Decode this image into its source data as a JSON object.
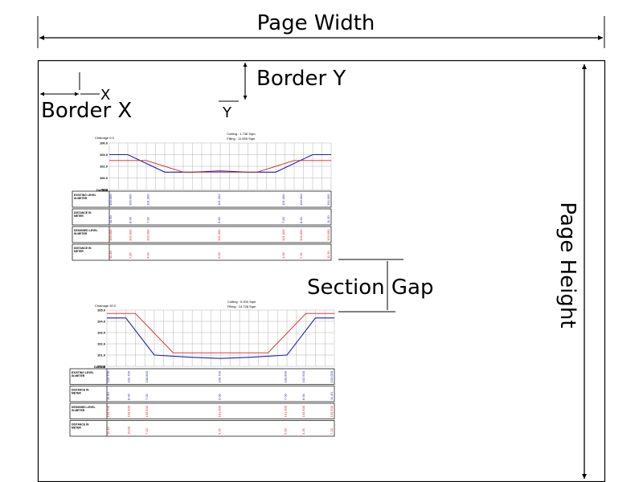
{
  "labels": {
    "page_width": "Page Width",
    "page_height": "Page Height",
    "border_x": "Border X",
    "border_y": "Border Y",
    "x_mark": "X",
    "y_mark": "Y",
    "section_gap": "Section Gap"
  },
  "colors": {
    "existing_line": "#1f1fb4",
    "designed_line": "#d42020",
    "grid": "#b4b4b4",
    "outline": "#000000"
  },
  "sections": [
    {
      "chainage": "Chainage 0.0",
      "cutting": "Cutting : 1.736 Sqm",
      "filling": "Filling : 11.955 Sqm",
      "datum": "DATUM",
      "y_ticks": [
        "106.0",
        "104.0",
        "102.0",
        "100.0",
        "98.0"
      ],
      "row_labels": [
        "EXISTING LEVEL IN METER",
        "DISTANCE IN METER",
        "DESIGNED LEVEL IN METER",
        "DISTANCE IN METER"
      ],
      "existing_levels": [
        "103.000",
        "100.000",
        "101.000",
        "101.200",
        "101.000",
        "100.000",
        "100.000"
      ],
      "existing_dist": [
        "11.30",
        "8.00",
        "7.00",
        "9.00",
        "7.00",
        "8.00",
        "11.30"
      ],
      "designed_levels": [
        "103.000",
        "103.000",
        "103.000",
        "101.000",
        "101.000",
        "103.000",
        "103.000"
      ],
      "designed_dist": [
        "11.30",
        "7.85",
        "4.00",
        "0.00",
        "4.00",
        "7.35",
        "11.30"
      ],
      "existing_profile": [
        [
          -12,
          104
        ],
        [
          -10,
          104
        ],
        [
          -6,
          101
        ],
        [
          -3,
          101
        ],
        [
          0,
          101.2
        ],
        [
          3,
          101
        ],
        [
          6,
          101
        ],
        [
          10,
          104
        ],
        [
          12,
          104
        ]
      ],
      "designed_profile": [
        [
          -12,
          103
        ],
        [
          -8,
          103
        ],
        [
          -4,
          101
        ],
        [
          4,
          101
        ],
        [
          8,
          103
        ],
        [
          12,
          103
        ]
      ]
    },
    {
      "chainage": "Chainage 30.0",
      "cutting": "Cutting : 0.000 Sqm",
      "filling": "Filling : 14.728 Sqm",
      "datum": "DATUM",
      "y_ticks": [
        "105.0",
        "104.0",
        "103.0",
        "102.0",
        "101.0",
        "100.0"
      ],
      "row_labels": [
        "EXISTING LEVEL IN METER",
        "DISTANCE IN METER",
        "DESIGNED LEVEL IN METER",
        "DISTANCE IN METER"
      ],
      "existing_levels": [
        "103.700",
        "102.700",
        "100.800",
        "100.700",
        "100.800",
        "102.500",
        "103.000"
      ],
      "existing_dist": [
        "11.40",
        "8.00",
        "7.00",
        "0.00",
        "7.00",
        "8.00",
        "11.40"
      ],
      "designed_levels": [
        "103.700",
        "103.500",
        "103.500",
        "101.000",
        "101.000",
        "103.500",
        "103.500"
      ],
      "designed_dist": [
        "11.40",
        "10.00",
        "7.24",
        "4.25",
        "0.00",
        "4.25",
        "7.24"
      ],
      "existing_profile": [
        [
          -12,
          104.3
        ],
        [
          -10,
          104.3
        ],
        [
          -7,
          101
        ],
        [
          -3,
          100.8
        ],
        [
          0,
          100.7
        ],
        [
          3,
          100.8
        ],
        [
          7,
          101
        ],
        [
          10,
          104.3
        ],
        [
          12,
          104.3
        ]
      ],
      "designed_profile": [
        [
          -12,
          104.7
        ],
        [
          -9,
          104.7
        ],
        [
          -5,
          101.2
        ],
        [
          5,
          101.2
        ],
        [
          9,
          104.7
        ],
        [
          12,
          104.7
        ]
      ]
    }
  ]
}
